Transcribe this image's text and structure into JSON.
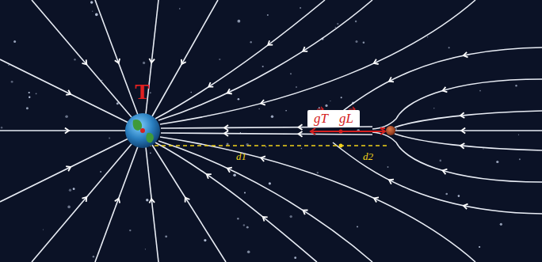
{
  "diagram": {
    "nodes": [
      {
        "text": [
          "gT",
          "gL"
        ]
      }
    ],
    "edges": [],
    "labels": [
      "T",
      "d1",
      "d2"
    ]
  }
}
